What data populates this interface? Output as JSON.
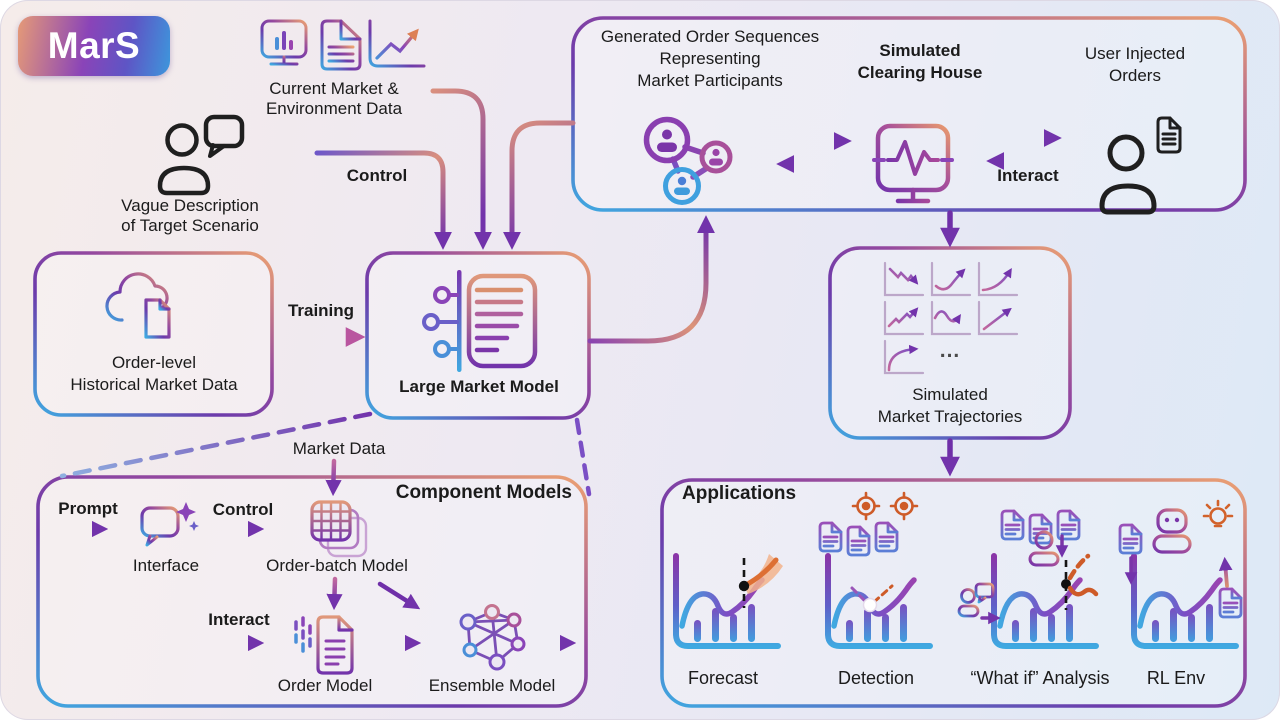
{
  "logo": {
    "text": "MarS"
  },
  "colors": {
    "accent_purple": "#7233ab",
    "accent_blue": "#3fa9e1",
    "accent_orange": "#e49a74",
    "ink": "#1b1b1b"
  },
  "sources": {
    "market_env_line1": "Current Market &",
    "market_env_line2": "Environment Data",
    "vague_line1": "Vague Description",
    "vague_line2": "of Target Scenario"
  },
  "flow": {
    "control": "Control",
    "training": "Training",
    "market_data": "Market Data"
  },
  "historical": {
    "line1": "Order-level",
    "line2": "Historical Market Data"
  },
  "lmm": {
    "label": "Large Market Model"
  },
  "clearing": {
    "gen_line1": "Generated Order Sequences",
    "gen_line2": "Representing",
    "gen_line3": "Market Participants",
    "title_line1": "Simulated",
    "title_line2": "Clearing House",
    "user_line1": "User Injected",
    "user_line2": "Orders",
    "interact": "Interact"
  },
  "trajectories": {
    "line1": "Simulated",
    "line2": "Market Trajectories",
    "ellipsis": "..."
  },
  "components": {
    "title": "Component Models",
    "prompt": "Prompt",
    "control": "Control",
    "interact": "Interact",
    "interface_label": "Interface",
    "order_batch_label": "Order-batch Model",
    "order_label": "Order Model",
    "ensemble_label": "Ensemble Model"
  },
  "applications": {
    "title": "Applications",
    "items": [
      {
        "label": "Forecast"
      },
      {
        "label": "Detection"
      },
      {
        "label": "“What if” Analysis"
      },
      {
        "label": "RL Env"
      }
    ]
  },
  "icons": [
    "market-monitor-icon",
    "environment-doc-icon",
    "market-chart-icon",
    "person-speech-icon",
    "cloud-data-icon",
    "large-market-model-icon",
    "participants-network-icon",
    "clearing-house-monitor-icon",
    "user-orders-icon",
    "trajectory-tiles-icon",
    "chat-interface-icon",
    "order-batch-grid-icon",
    "order-model-doc-icon",
    "ensemble-network-icon",
    "forecast-chart-icon",
    "detection-chart-icon",
    "whatif-chart-icon",
    "rl-env-chart-icon"
  ]
}
